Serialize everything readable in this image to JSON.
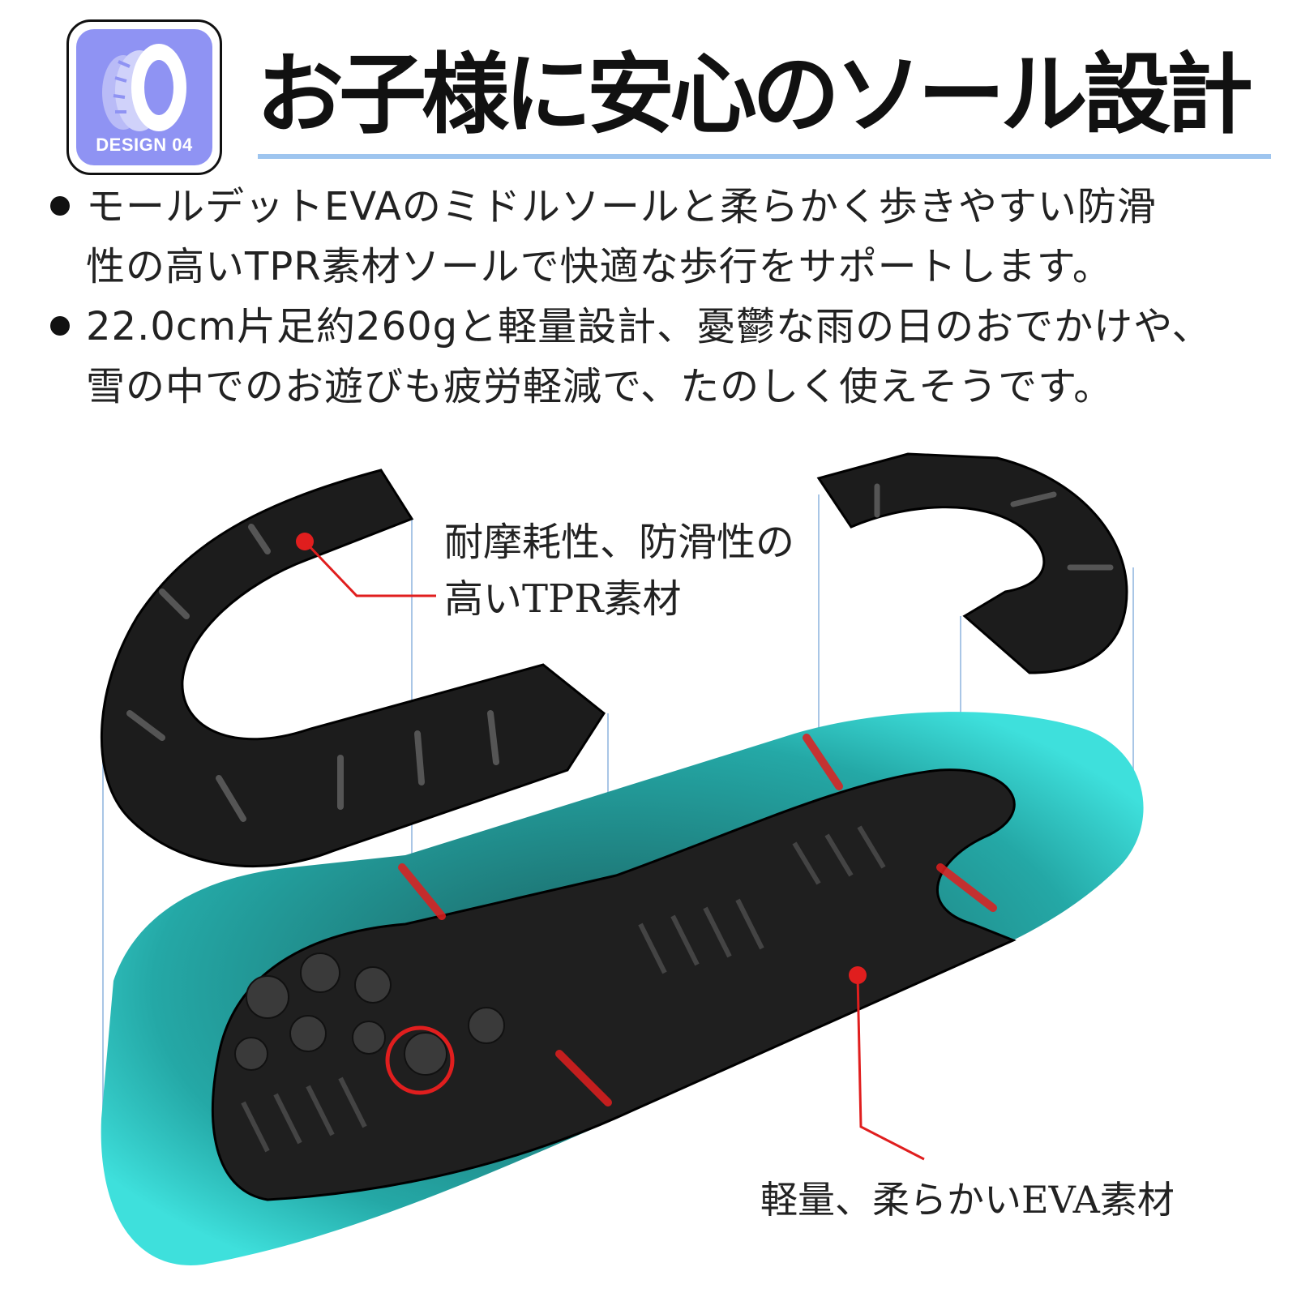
{
  "badge": {
    "label": "DESIGN 04",
    "icon": "tire-icon",
    "color": "#8f93f3"
  },
  "title": "お子様に安心のソール設計",
  "bullets": [
    {
      "lines": [
        "モールデットEVAのミドルソールと柔らかく歩きやすい防滑",
        "性の高いTPR素材ソールで快適な歩行をサポートします。"
      ]
    },
    {
      "lines": [
        "22.0cm片足約260gと軽量設計、憂鬱な雨の日のおでかけや、",
        "雪の中でのお遊びも疲労軽減で、たのしく使えそうです。"
      ]
    }
  ],
  "callouts": {
    "tpr": [
      "耐摩耗性、防滑性の",
      "高いTPR素材"
    ],
    "eva": "軽量、柔らかいEVA素材"
  },
  "colors": {
    "accent_line": "#9ec5ef",
    "eva_teal": "#2fc8c6",
    "marker_red": "#e01e1e",
    "sole_black": "#1c1c1c"
  }
}
